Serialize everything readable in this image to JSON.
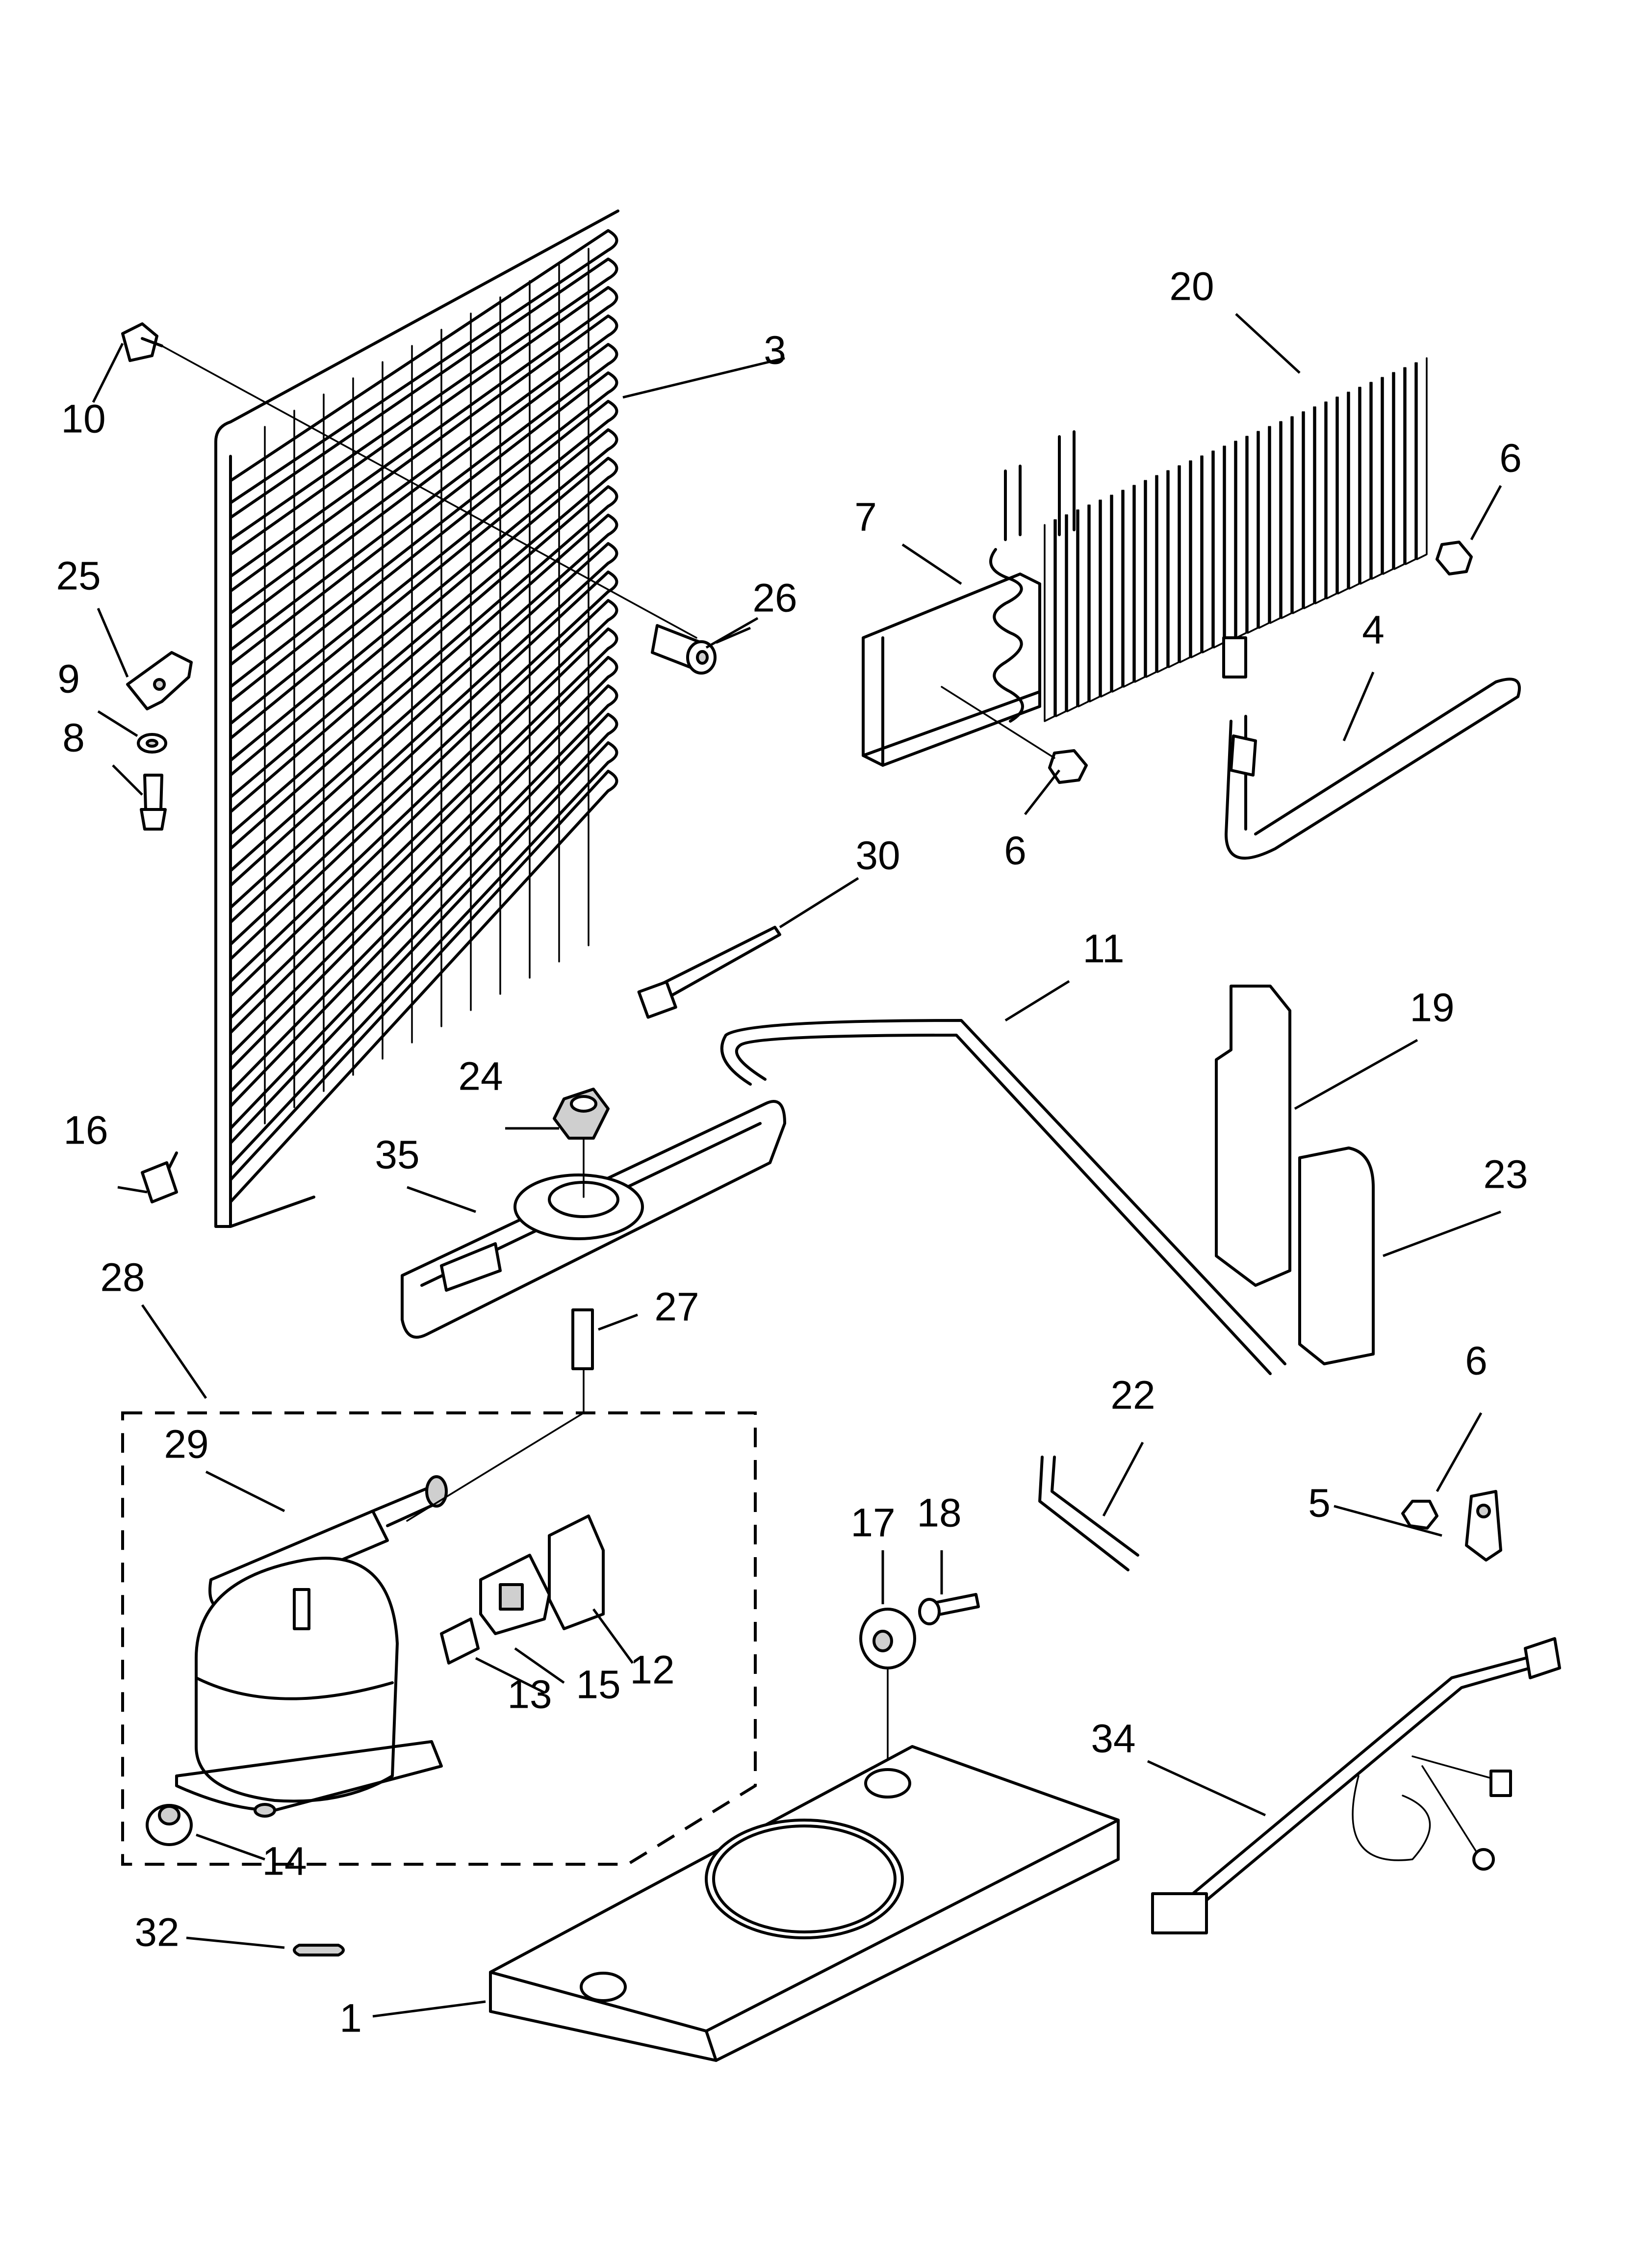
{
  "callouts": [
    {
      "id": "1",
      "text": "1"
    },
    {
      "id": "3",
      "text": "3"
    },
    {
      "id": "4",
      "text": "4"
    },
    {
      "id": "5",
      "text": "5"
    },
    {
      "id": "6a",
      "text": "6"
    },
    {
      "id": "6b",
      "text": "6"
    },
    {
      "id": "6c",
      "text": "6"
    },
    {
      "id": "7",
      "text": "7"
    },
    {
      "id": "8",
      "text": "8"
    },
    {
      "id": "9",
      "text": "9"
    },
    {
      "id": "10",
      "text": "10"
    },
    {
      "id": "11",
      "text": "11"
    },
    {
      "id": "12",
      "text": "12"
    },
    {
      "id": "13",
      "text": "13"
    },
    {
      "id": "14",
      "text": "14"
    },
    {
      "id": "15",
      "text": "15"
    },
    {
      "id": "16",
      "text": "16"
    },
    {
      "id": "17",
      "text": "17"
    },
    {
      "id": "18",
      "text": "18"
    },
    {
      "id": "19",
      "text": "19"
    },
    {
      "id": "20",
      "text": "20"
    },
    {
      "id": "22",
      "text": "22"
    },
    {
      "id": "23",
      "text": "23"
    },
    {
      "id": "24",
      "text": "24"
    },
    {
      "id": "25",
      "text": "25"
    },
    {
      "id": "26",
      "text": "26"
    },
    {
      "id": "27",
      "text": "27"
    },
    {
      "id": "28",
      "text": "28"
    },
    {
      "id": "29",
      "text": "29"
    },
    {
      "id": "30",
      "text": "30"
    },
    {
      "id": "32",
      "text": "32"
    },
    {
      "id": "34",
      "text": "34"
    },
    {
      "id": "35",
      "text": "35"
    }
  ]
}
